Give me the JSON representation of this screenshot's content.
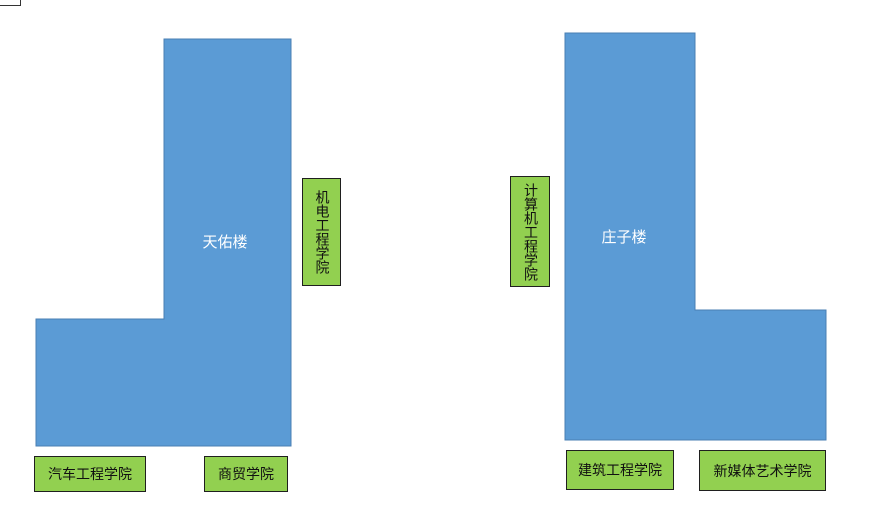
{
  "buildings": {
    "tianyou": {
      "label": "天佑楼"
    },
    "zhuangzi": {
      "label": "庄子楼"
    }
  },
  "colleges": {
    "mechatronics": "机电工程学院",
    "computer": "计算机工程学院",
    "automotive": "汽车工程学院",
    "business": "商贸学院",
    "architecture": "建筑工程学院",
    "new_media": "新媒体艺术学院"
  },
  "colors": {
    "building_fill": "#5b9bd5",
    "college_fill": "#92d050"
  }
}
